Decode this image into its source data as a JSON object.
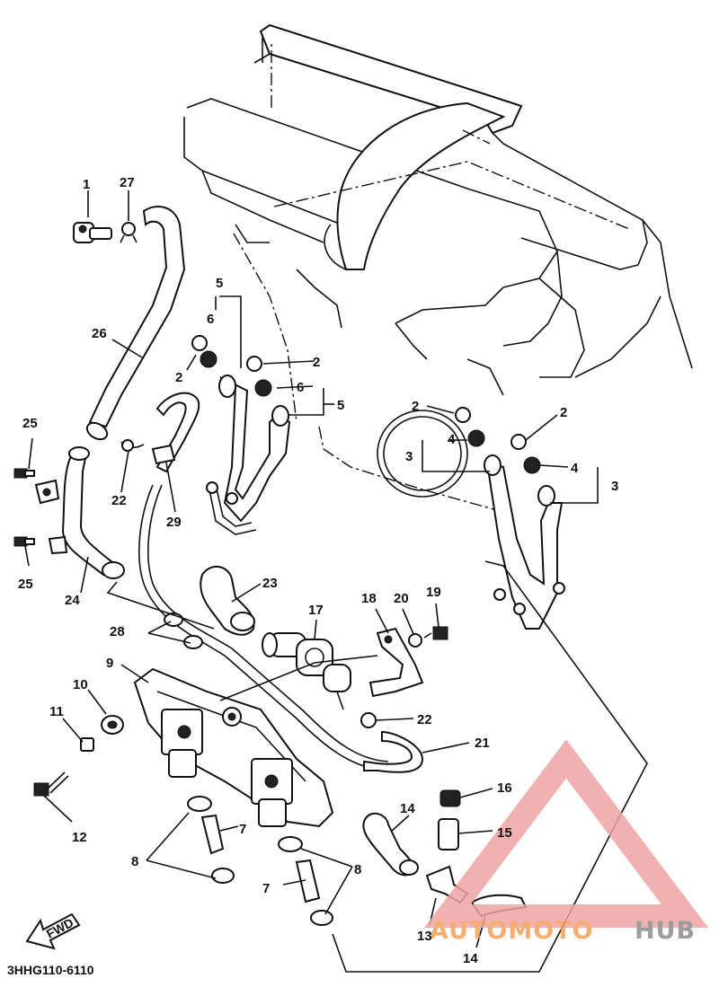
{
  "diagram": {
    "code": "3HHG110-6110",
    "fwd_label": "FWD",
    "watermark": {
      "part1": "AUTOMOTO",
      "part2": "HUB"
    },
    "callouts": [
      {
        "id": "c1",
        "label": "1"
      },
      {
        "id": "c27",
        "label": "27"
      },
      {
        "id": "c26",
        "label": "26"
      },
      {
        "id": "c25a",
        "label": "25"
      },
      {
        "id": "c25b",
        "label": "25"
      },
      {
        "id": "c24",
        "label": "24"
      },
      {
        "id": "c22a",
        "label": "22"
      },
      {
        "id": "c29",
        "label": "29"
      },
      {
        "id": "c5a",
        "label": "5"
      },
      {
        "id": "c6a",
        "label": "6"
      },
      {
        "id": "c2a",
        "label": "2"
      },
      {
        "id": "c2b",
        "label": "2"
      },
      {
        "id": "c6b",
        "label": "6"
      },
      {
        "id": "c5b",
        "label": "5"
      },
      {
        "id": "c2c",
        "label": "2"
      },
      {
        "id": "c2d",
        "label": "2"
      },
      {
        "id": "c4a",
        "label": "4"
      },
      {
        "id": "c3a",
        "label": "3"
      },
      {
        "id": "c4b",
        "label": "4"
      },
      {
        "id": "c3b",
        "label": "3"
      },
      {
        "id": "c23",
        "label": "23"
      },
      {
        "id": "c28",
        "label": "28"
      },
      {
        "id": "c17",
        "label": "17"
      },
      {
        "id": "c18",
        "label": "18"
      },
      {
        "id": "c20",
        "label": "20"
      },
      {
        "id": "c19",
        "label": "19"
      },
      {
        "id": "c9",
        "label": "9"
      },
      {
        "id": "c10",
        "label": "10"
      },
      {
        "id": "c11",
        "label": "11"
      },
      {
        "id": "c22b",
        "label": "22"
      },
      {
        "id": "c21",
        "label": "21"
      },
      {
        "id": "c12",
        "label": "12"
      },
      {
        "id": "c16",
        "label": "16"
      },
      {
        "id": "c14a",
        "label": "14"
      },
      {
        "id": "c15",
        "label": "15"
      },
      {
        "id": "c7a",
        "label": "7"
      },
      {
        "id": "c8a",
        "label": "8"
      },
      {
        "id": "c8b",
        "label": "8"
      },
      {
        "id": "c7b",
        "label": "7"
      },
      {
        "id": "c13",
        "label": "13"
      },
      {
        "id": "c14b",
        "label": "14"
      }
    ]
  }
}
